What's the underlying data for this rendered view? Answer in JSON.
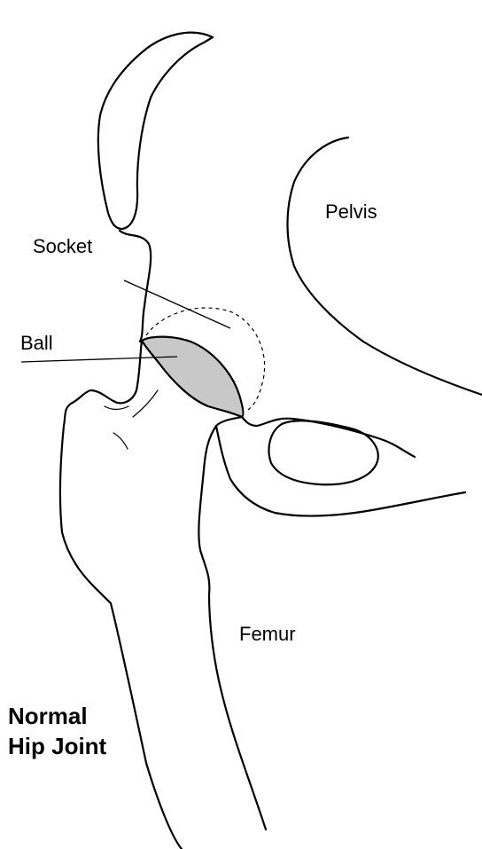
{
  "labels": {
    "pelvis": "Pelvis",
    "socket": "Socket",
    "ball": "Ball",
    "femur": "Femur"
  },
  "title": {
    "line1": "Normal",
    "line2": "Hip Joint"
  },
  "colors": {
    "ball_fill": "#c8c8c8",
    "outline": "#000000",
    "background": "#ffffff"
  }
}
